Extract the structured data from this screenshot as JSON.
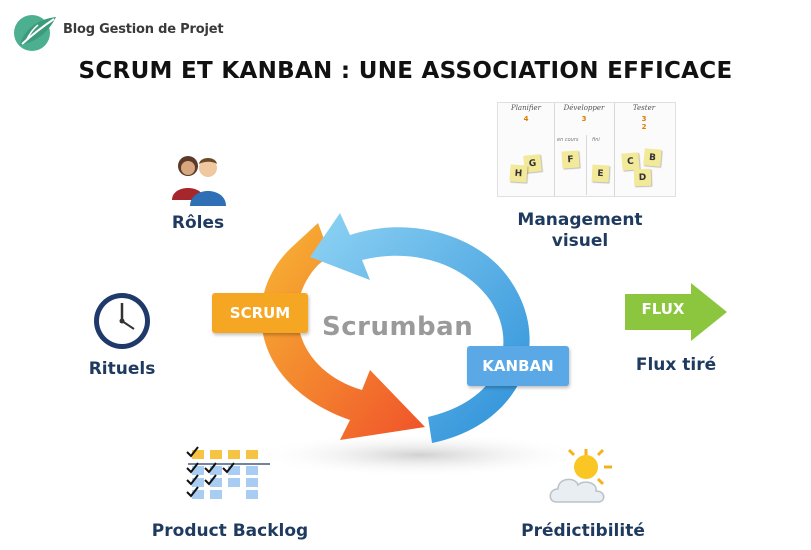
{
  "brand": {
    "name": "Blog Gestion de Projet",
    "color": "#4caf8f"
  },
  "title": "SCRUM ET KANBAN : UNE ASSOCIATION EFFICACE",
  "cycle": {
    "center_label": "Scrumban",
    "scrum_label": "SCRUM",
    "kanban_label": "KANBAN",
    "scrum_color": "#f5a623",
    "kanban_color": "#5aa9e6"
  },
  "nodes": {
    "roles": {
      "label": "Rôles",
      "icon": "people-icon"
    },
    "rituels": {
      "label": "Rituels",
      "icon": "clock-icon"
    },
    "backlog": {
      "label": "Product Backlog",
      "icon": "checklist-icon"
    },
    "management": {
      "label_line1": "Management",
      "label_line2": "visuel",
      "icon": "kanban-board-icon"
    },
    "flux": {
      "label": "Flux tiré",
      "arrow_text": "FLUX",
      "icon": "arrow-right-icon"
    },
    "predictibilite": {
      "label": "Prédictibilité",
      "icon": "weather-icon"
    }
  },
  "board": {
    "columns": [
      {
        "header": "Planifier",
        "wip": "4"
      },
      {
        "header": "Développer",
        "wip": "3",
        "sub_left": "en cours",
        "sub_right": "fini"
      },
      {
        "header": "Tester",
        "wip": "3",
        "wip2": "2"
      }
    ],
    "notes": [
      "G",
      "H",
      "F",
      "E",
      "C",
      "B",
      "D"
    ]
  }
}
